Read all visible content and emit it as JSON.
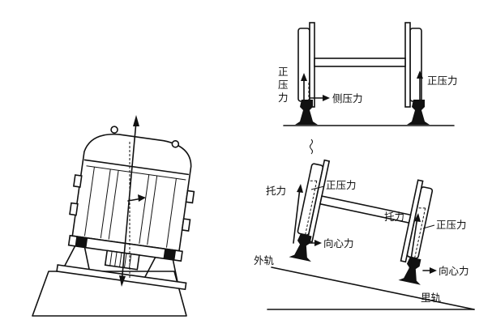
{
  "labels": {
    "top_left_force_1": "正",
    "top_left_force_2": "压",
    "top_left_force_3": "力",
    "top_side_force": "侧压力",
    "top_right_force": "正压力",
    "bottom_left_support": "托力",
    "bottom_left_normal": "正压力",
    "bottom_right_support": "托力",
    "bottom_right_normal": "正压力",
    "bottom_left_centripetal": "向心力",
    "bottom_right_centripetal": "向心力",
    "outer_rail": "外轨",
    "inner_rail": "里轨"
  }
}
